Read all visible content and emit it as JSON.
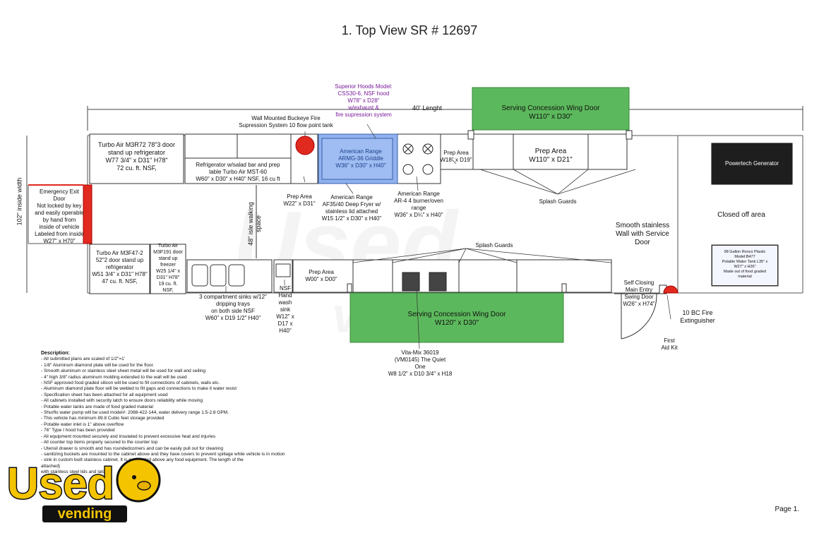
{
  "title": "1. Top View SR # 12697",
  "dimensions": {
    "length": "40' Lenght",
    "inside_width": "102\" inside width",
    "walking_space": "48\" isle walking\nspace"
  },
  "equipment": {
    "fridge_3door": "Turbo Air M3R72 78\"3 door\nstand up refrigerator\nW77 3/4\" x D31\" H78\"\n72 cu. ft. NSF,",
    "fire_suppression": "Wall Mounted Buckeye Fire\nSupression System 10 flow point tank",
    "hood": "Superior Hoods Model:\nCSS30-6, NSF hood\nW78\" x D28\"\nw/exhaust &\nfire supression system",
    "griddle": "American Range\nARMG-36 Griddle\nW36\" x D30\" x H40\"",
    "salad_bar": "Refrigerator w/salad bar and prep\ntable Turbo Air MST-60\nW60\" x D30\" x H40\" NSF, 16 cu ft",
    "prep_area_1": "Prep Area\nW22\" x D31\"",
    "fryer": "American Range\nAF35/40 Deep Fryer w/\nstainless lid attached\nW15 1/2\" x D30\" x H40\"",
    "burner": "American Range\nAR-4 4 burner/oven\nrange\nW36\" x D¼\" x H40\"",
    "prep_area_2": "Prep Area\nW18\" x D19\"",
    "prep_area_3": "Prep Area\nW110\" x D21\"",
    "prep_area_4": "Prep Area\nW00\" x D00\"",
    "splash_guards_top": "Splash Guards",
    "splash_guards_bottom": "Splash Guards",
    "emergency_exit": "Emergency Exit\nDoor\nNot locked by key\nand easily operable\nby hand from\ninside of vehicle\nLabeled from inside\nW27\" x H70\"",
    "fridge_2door": "Turbo Air M3F47-2\n52\"2 door stand up\nrefrigerator\nW51 3/4\" x D31\" H78\"\n47 cu. ft. NSF,",
    "freezer": "Turbo Air\nM3F191 door\nstand up\nfreezer\nW25 1/4\" x\nD31\" H78\"\n19 cu. ft.\nNSF,",
    "sinks": "3 compartment sinks w/12\"\ndripping trays\non both side NSF\nW60\" x D19 1/2\" H40\"",
    "hand_sink": "NSF\nHand\nwash\nsink\nW12\" x\nD17 x\nH40\"",
    "vitamix": "Vita-Mix 36019\n(VM0145) The Quiet\nOne\nW8 1/2\" x D10 3/4\" x H18",
    "service_wall": "Smooth stainless\nWall with Service\nDoor",
    "main_door": "Self Closing\nMain Entry\nSwing Door\nW26\" x H74\"",
    "first_aid": "First\nAid Kit",
    "extinguisher": "10 BC Fire\nExtinguisher",
    "generator": "Powertech Generator",
    "closed_off": "Closed off area",
    "water_tank": "98 Gallon Ronco Plastic\nModel:B477\nPotable Water Tank L35\" x\nW27\" x H26\"\nMade out of food graded\nmaterial",
    "wing_door_top": "Serving Concession Wing Door\nW110\" x D30\"",
    "wing_door_bottom": "Serving Concession Wing Door\nW120\" x D30\""
  },
  "description": {
    "heading": "Description:",
    "lines": [
      "- All submitted plans are scaled of 1/2\"=1'",
      "- 1/8\" Aluminum diamond plate will be used for the floor.",
      "- Smooth aluminum or stainless steel sheet metal will be used for wall and ceiling",
      "- 4\" high 3/8\" radius aluminum molding extended to the wall will be used",
      "- NSF approved food graded silicon will be used to fill connections of cabinets, walls etc.",
      "- Aluminum diamond plate floor will be welded to fill gaps and connections to make it water resist",
      "- Specification sheet has been attached for all equipment used",
      "- All cabinets installed with security latch to ensure doors reliability while moving",
      "- Potable water tanks are made of food graded material",
      "- Shurflo water pump will be used model#: 2088-422-144, water delivery range 1.5-2.8 GPM.",
      "- This vehicle has minimum 89.8 Cubic feet storage provided",
      "- Potable water inlet is 1\" above overflow",
      "- 76\" Type I hood has been provided",
      "- All equipment mounted securely and insulated to prevent excessive heat and injuries",
      "- All counter top items properly secured to the counter top",
      "- Utensil drawer is smooth and has roundedcorners and can be easily pull out for cleaning",
      "- sanitizing buckets are mounted to the cabinet above and they have covers to prevent spillage while vehicle is in motion",
      "- sink in custom built stainless cabinet. It is not located above any food equipment. The length of the",
      "attached)",
      "with stainless steel lids and latches"
    ]
  },
  "page_number": "Page 1.",
  "logo": {
    "line1": "Used",
    "line2": "vending"
  },
  "colors": {
    "green": "#5cb85c",
    "blue": "#8fb1ee",
    "red": "#e0291f",
    "purple": "#7a1a9a",
    "logo_yellow": "#f5c400"
  }
}
